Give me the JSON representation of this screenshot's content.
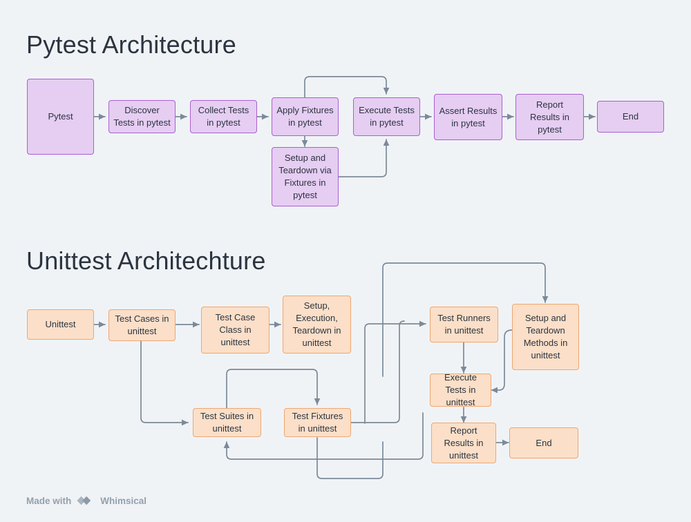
{
  "page": {
    "background_color": "#f0f3f6",
    "text_color": "#2b3440",
    "edge_color": "#7b8a99"
  },
  "sections": [
    {
      "id": "pytest",
      "title": "Pytest Architecture",
      "accent_fill": "#e6cdf2",
      "accent_stroke": "#a95fd0"
    },
    {
      "id": "unittest",
      "title": "Unittest Architechture",
      "accent_fill": "#fbdfc8",
      "accent_stroke": "#efa671"
    }
  ],
  "pytest_nodes": [
    {
      "id": "py-start",
      "label": "Pytest"
    },
    {
      "id": "py-discover",
      "label": "Discover Tests in pytest"
    },
    {
      "id": "py-collect",
      "label": "Collect Tests in pytest"
    },
    {
      "id": "py-apply",
      "label": "Apply Fixtures in pytest"
    },
    {
      "id": "py-setup",
      "label": "Setup and Teardown via Fixtures in pytest"
    },
    {
      "id": "py-execute",
      "label": "Execute Tests in pytest"
    },
    {
      "id": "py-assert",
      "label": "Assert Results in pytest"
    },
    {
      "id": "py-report",
      "label": "Report Results in pytest"
    },
    {
      "id": "py-end",
      "label": "End"
    }
  ],
  "unittest_nodes": [
    {
      "id": "ut-start",
      "label": "Unittest"
    },
    {
      "id": "ut-cases",
      "label": "Test Cases in unittest"
    },
    {
      "id": "ut-caseclass",
      "label": "Test Case Class in unittest"
    },
    {
      "id": "ut-setupexec",
      "label": "Setup, Execution, Teardown in unittest"
    },
    {
      "id": "ut-runners",
      "label": "Test Runners in unittest"
    },
    {
      "id": "ut-setupm",
      "label": "Setup and Teardown Methods in unittest"
    },
    {
      "id": "ut-execute",
      "label": "Execute Tests in unittest"
    },
    {
      "id": "ut-report",
      "label": "Report Results in unittest"
    },
    {
      "id": "ut-end",
      "label": "End"
    },
    {
      "id": "ut-suites",
      "label": "Test Suites in unittest"
    },
    {
      "id": "ut-fixtures",
      "label": "Test Fixtures in unittest"
    }
  ],
  "footer": {
    "made_with": "Made with",
    "brand": "Whimsical"
  }
}
